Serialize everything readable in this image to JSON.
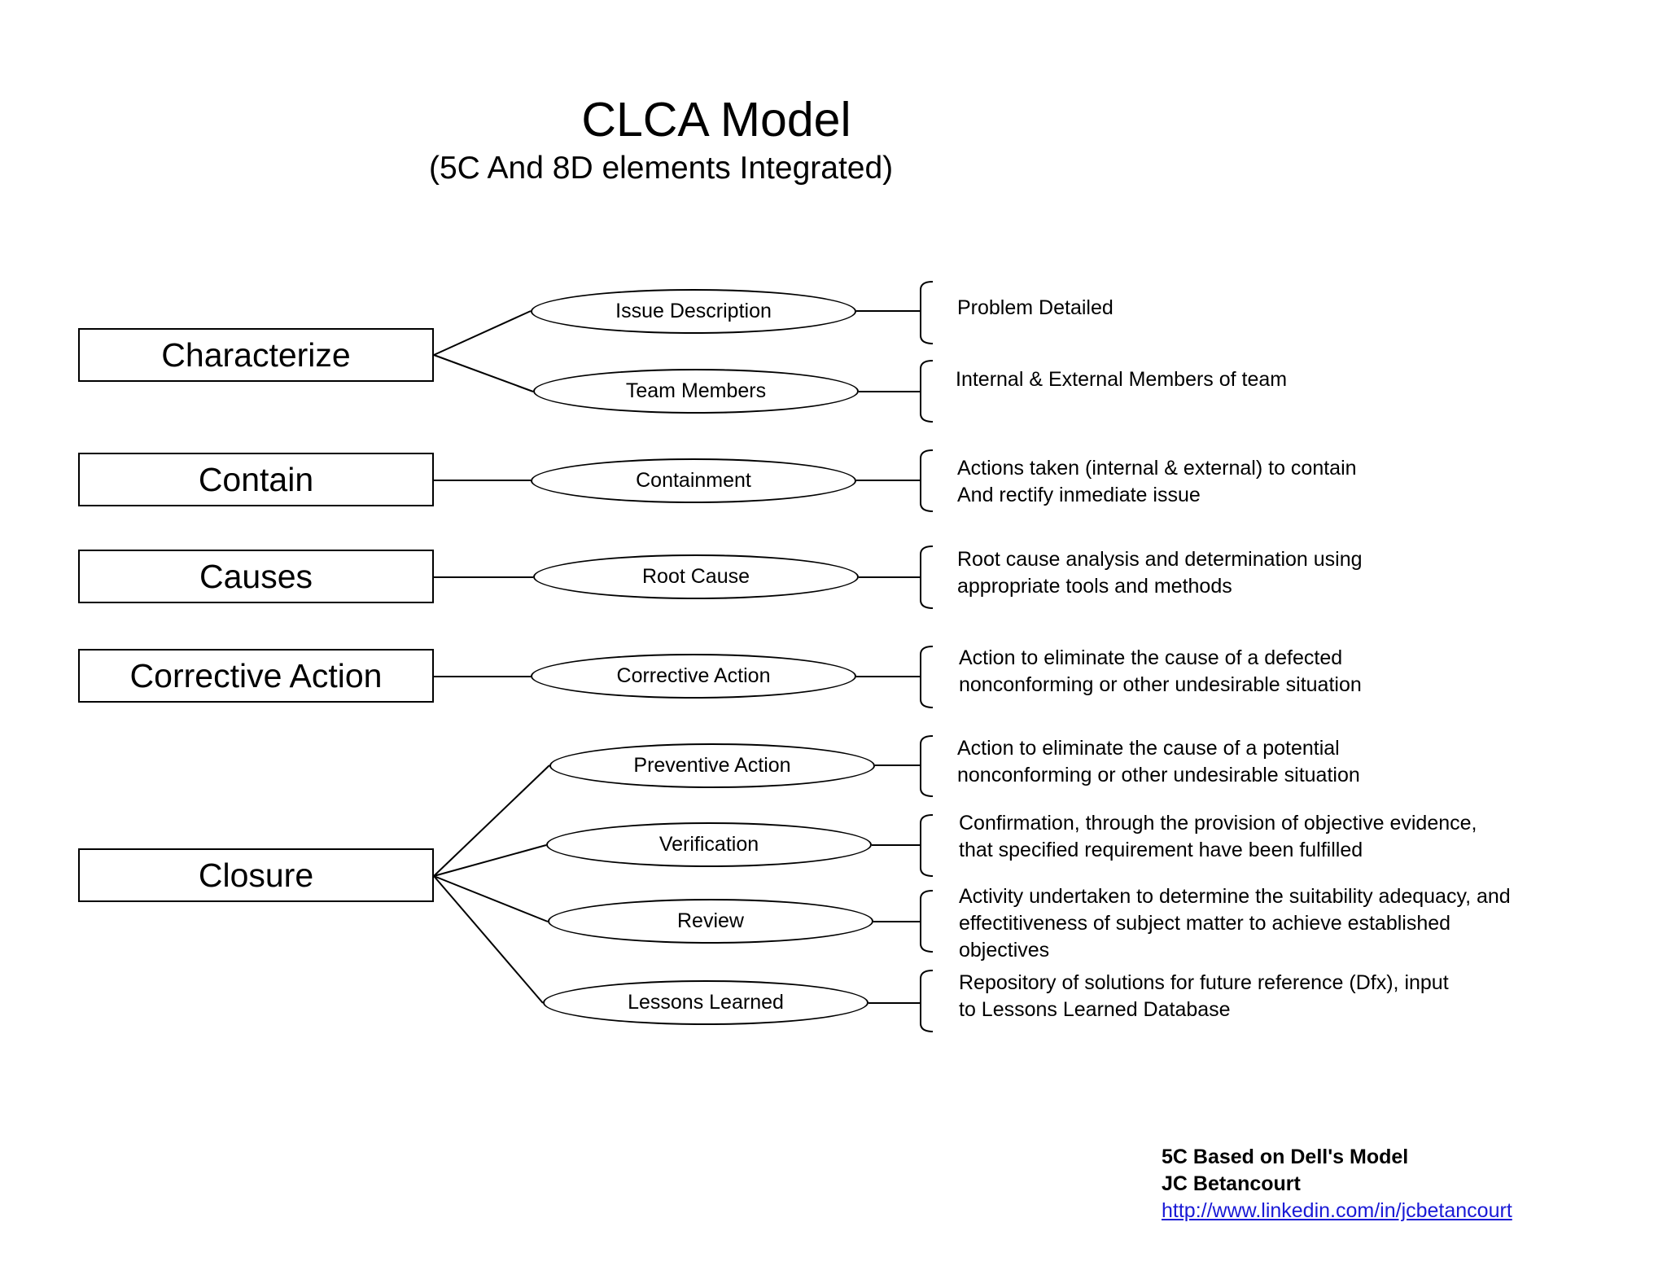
{
  "title": "CLCA Model",
  "subtitle": "(5C And 8D elements Integrated)",
  "stages": {
    "characterize": "Characterize",
    "contain": "Contain",
    "causes": "Causes",
    "corrective": "Corrective Action",
    "closure": "Closure"
  },
  "elements": {
    "issue_description": {
      "label": "Issue Description",
      "desc": [
        "Problem Detailed"
      ]
    },
    "team_members": {
      "label": "Team Members",
      "desc": [
        "Internal & External Members of team"
      ]
    },
    "containment": {
      "label": "Containment",
      "desc": [
        "Actions taken (internal & external) to contain",
        "And rectify inmediate issue"
      ]
    },
    "root_cause": {
      "label": "Root Cause",
      "desc": [
        "Root cause analysis and determination using",
        "appropriate tools and methods"
      ]
    },
    "corrective_action": {
      "label": "Corrective Action",
      "desc": [
        "Action to eliminate the cause of a defected",
        "nonconforming or other undesirable situation"
      ]
    },
    "preventive_action": {
      "label": "Preventive Action",
      "desc": [
        "Action to eliminate the cause of a potential",
        "nonconforming or other undesirable situation"
      ]
    },
    "verification": {
      "label": "Verification",
      "desc": [
        "Confirmation, through the provision of objective evidence,",
        "that specified requirement have been fulfilled"
      ]
    },
    "review": {
      "label": "Review",
      "desc": [
        "Activity undertaken to determine the suitability adequacy, and",
        "effectitiveness of subject matter to achieve established",
        "objectives"
      ]
    },
    "lessons_learned": {
      "label": "Lessons Learned",
      "desc": [
        "Repository of solutions for future reference (Dfx), input",
        "to Lessons Learned Database"
      ]
    }
  },
  "credit": {
    "line1": "5C Based on Dell's Model",
    "line2": "JC Betancourt",
    "link": "http://www.linkedin.com/in/jcbetancourt"
  }
}
